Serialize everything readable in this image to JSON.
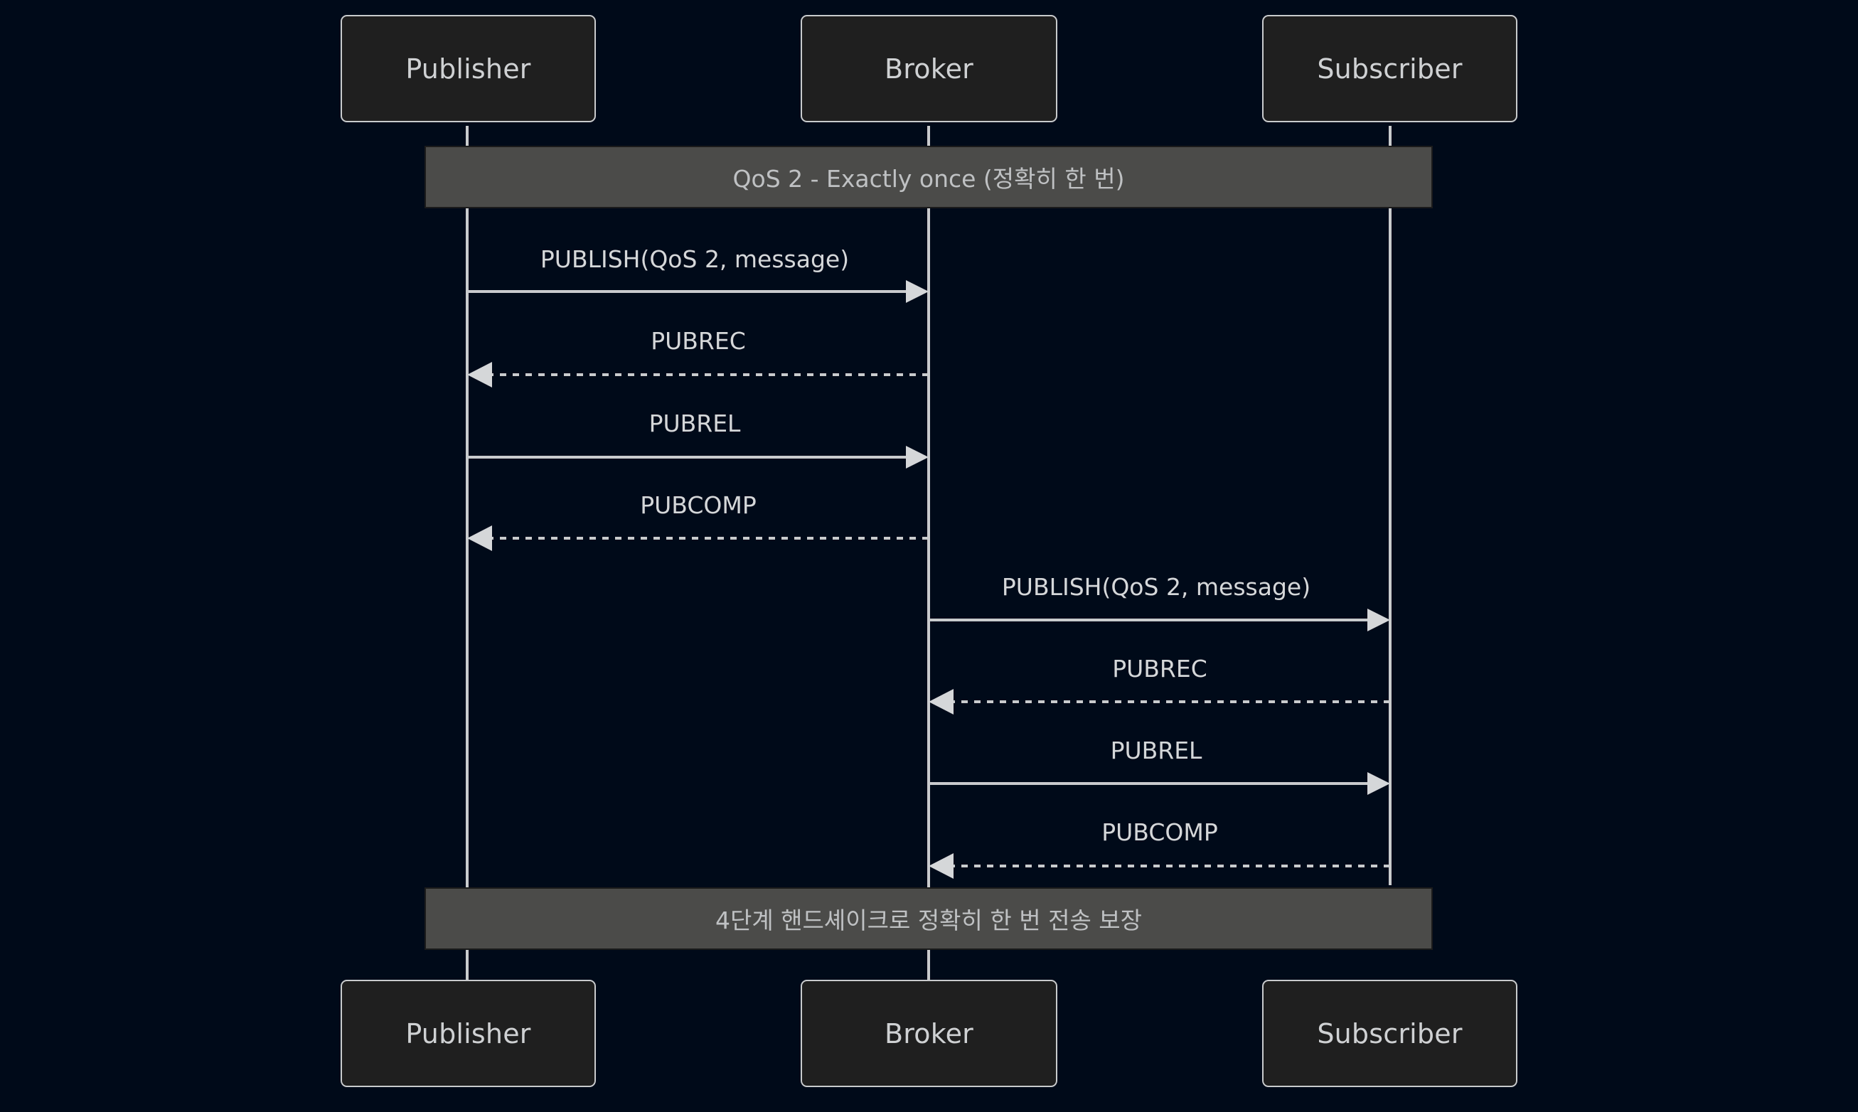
{
  "diagram": {
    "kind": "sequence-diagram",
    "title_text": "QoS 2 - Exactly once (정확히 한 번)",
    "background_color": "#000a19",
    "actor_fill": "#1f1f1f",
    "actor_border": "#c9cbcd",
    "note_fill": "#4b4b49",
    "line_color": "#c9cbcd",
    "text_color": "#d5d7d9"
  },
  "actors": [
    {
      "id": "publisher",
      "label": "Publisher"
    },
    {
      "id": "broker",
      "label": "Broker"
    },
    {
      "id": "subscriber",
      "label": "Subscriber"
    }
  ],
  "actors_bottom": [
    {
      "id": "publisher-bottom",
      "label": "Publisher"
    },
    {
      "id": "broker-bottom",
      "label": "Broker"
    },
    {
      "id": "subscriber-bottom",
      "label": "Subscriber"
    }
  ],
  "notes": [
    {
      "id": "note-top",
      "text": "QoS 2 - Exactly once (정확히 한 번)"
    },
    {
      "id": "note-bottom",
      "text": "4단계 핸드셰이크로 정확히 한 번 전송 보장"
    }
  ],
  "messages": [
    {
      "id": "m1",
      "label": "PUBLISH(QoS 2, message)",
      "from": "publisher",
      "to": "broker",
      "style": "solid",
      "direction": "right"
    },
    {
      "id": "m2",
      "label": "PUBREC",
      "from": "broker",
      "to": "publisher",
      "style": "dashed",
      "direction": "left"
    },
    {
      "id": "m3",
      "label": "PUBREL",
      "from": "publisher",
      "to": "broker",
      "style": "solid",
      "direction": "right"
    },
    {
      "id": "m4",
      "label": "PUBCOMP",
      "from": "broker",
      "to": "publisher",
      "style": "dashed",
      "direction": "left"
    },
    {
      "id": "m5",
      "label": "PUBLISH(QoS 2, message)",
      "from": "broker",
      "to": "subscriber",
      "style": "solid",
      "direction": "right"
    },
    {
      "id": "m6",
      "label": "PUBREC",
      "from": "subscriber",
      "to": "broker",
      "style": "dashed",
      "direction": "left"
    },
    {
      "id": "m7",
      "label": "PUBREL",
      "from": "broker",
      "to": "subscriber",
      "style": "solid",
      "direction": "right"
    },
    {
      "id": "m8",
      "label": "PUBCOMP",
      "from": "subscriber",
      "to": "broker",
      "style": "dashed",
      "direction": "left"
    }
  ]
}
